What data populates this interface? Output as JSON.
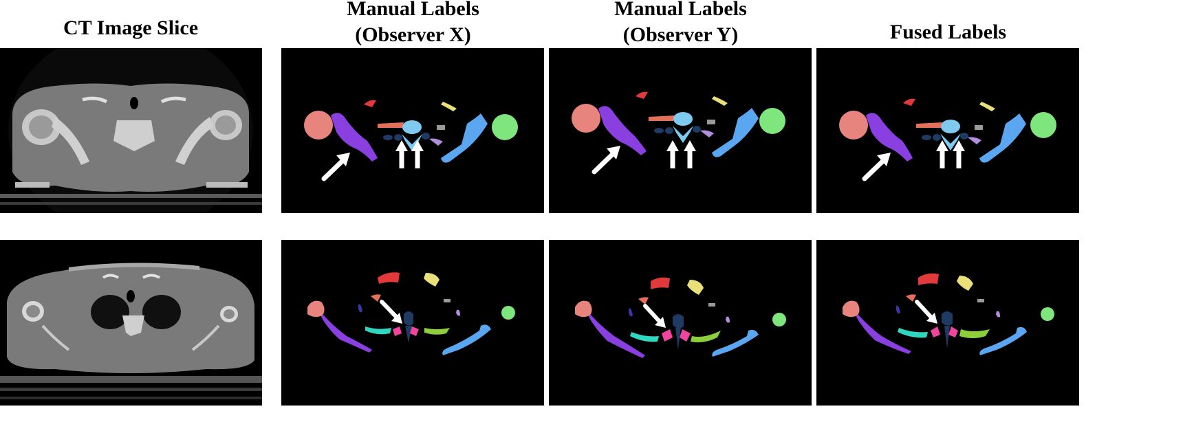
{
  "headers": {
    "ct": [
      "CT Image Slice"
    ],
    "observer_x": [
      "Manual Labels",
      "(Observer X)"
    ],
    "observer_y": [
      "Manual Labels",
      "(Observer Y)"
    ],
    "fused": [
      "Fused Labels"
    ]
  },
  "colors": {
    "background": "#000000",
    "humerus": "#e8847e",
    "scapula": "#8a3fe0",
    "clavicle_left": "#e23a3a",
    "clavicle_right": "#e9e07a",
    "vertebra": "#7ecaf0",
    "vertebra_dark": "#1f3a63",
    "rib_left": "#2fd6c0",
    "rib_right": "#8ccf3a",
    "rib_pink": "#f0449e",
    "scapula_right": "#5aa6f0",
    "humerus_right": "#7ee67c",
    "sternum": "#e4705a",
    "small_purple": "#b58de0",
    "grey_bit": "#9a9a9a",
    "arrow": "#ffffff"
  }
}
